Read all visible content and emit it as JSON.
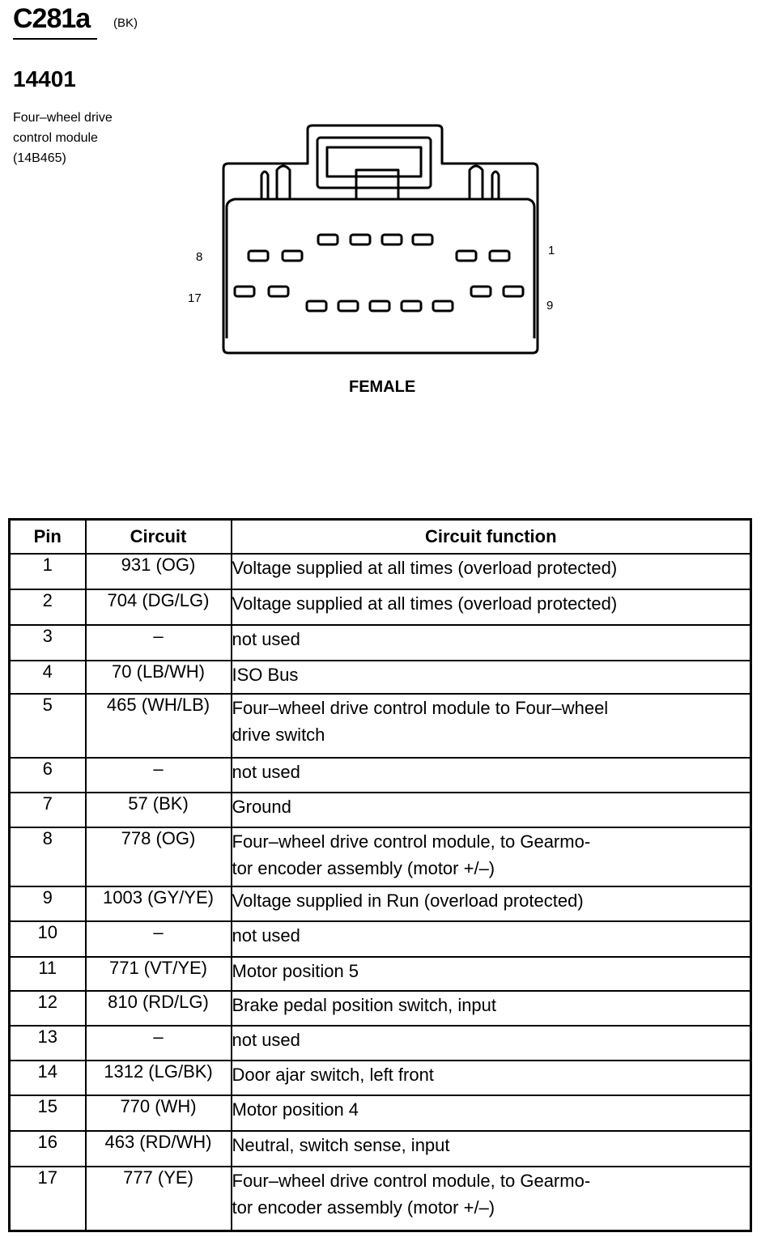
{
  "header": {
    "connector_id": "C281a",
    "connector_color": "(BK)",
    "part_number": "14401",
    "description_lines": [
      "Four–wheel drive",
      "control module",
      "(14B465)"
    ]
  },
  "connector": {
    "pin_labels": {
      "top_right": "1",
      "top_left": "8",
      "bottom_right": "9",
      "bottom_left": "17"
    },
    "view_label": "FEMALE"
  },
  "table": {
    "headers": [
      "Pin",
      "Circuit",
      "Circuit function"
    ],
    "rows": [
      {
        "pin": "1",
        "circuit": "931 (OG)",
        "function": "Voltage supplied at all times (overload protected)"
      },
      {
        "pin": "2",
        "circuit": "704 (DG/LG)",
        "function": "Voltage supplied at all times (overload protected)"
      },
      {
        "pin": "3",
        "circuit": "–",
        "function": "not used"
      },
      {
        "pin": "4",
        "circuit": "70 (LB/WH)",
        "function": "ISO Bus"
      },
      {
        "pin": "5",
        "circuit": "465 (WH/LB)",
        "function": "Four–wheel drive control module  to Four–wheel\ndrive switch"
      },
      {
        "pin": "6",
        "circuit": "–",
        "function": "not used"
      },
      {
        "pin": "7",
        "circuit": "57 (BK)",
        "function": "Ground"
      },
      {
        "pin": "8",
        "circuit": "778 (OG)",
        "function": "Four–wheel drive control module, to Gearmo-\ntor encoder assembly (motor +/–)"
      },
      {
        "pin": "9",
        "circuit": "1003 (GY/YE)",
        "function": "Voltage supplied in Run (overload protected)"
      },
      {
        "pin": "10",
        "circuit": "–",
        "function": "not used"
      },
      {
        "pin": "11",
        "circuit": "771 (VT/YE)",
        "function": "Motor position 5"
      },
      {
        "pin": "12",
        "circuit": "810 (RD/LG)",
        "function": "Brake pedal position switch, input"
      },
      {
        "pin": "13",
        "circuit": "–",
        "function": "not used"
      },
      {
        "pin": "14",
        "circuit": "1312 (LG/BK)",
        "function": "Door ajar switch, left front"
      },
      {
        "pin": "15",
        "circuit": "770 (WH)",
        "function": "Motor position 4"
      },
      {
        "pin": "16",
        "circuit": "463 (RD/WH)",
        "function": "Neutral, switch sense, input"
      },
      {
        "pin": "17",
        "circuit": "777 (YE)",
        "function": "Four–wheel drive control module, to Gearmo-\ntor encoder assembly (motor +/–)"
      }
    ]
  }
}
